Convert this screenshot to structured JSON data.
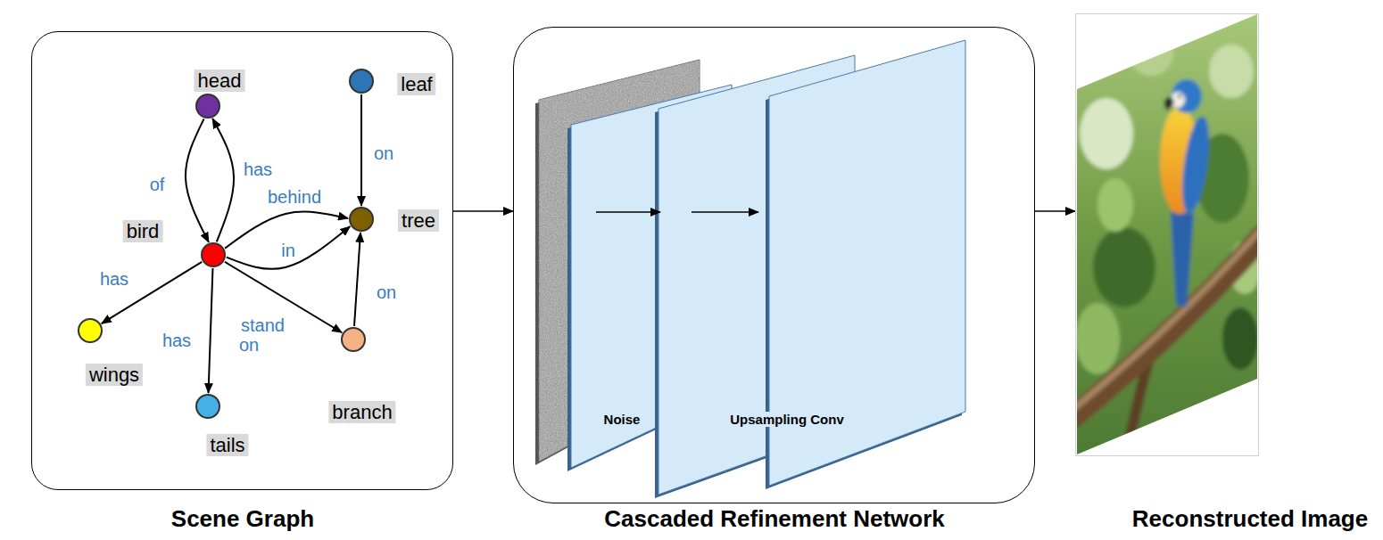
{
  "diagram": {
    "nodes": [
      {
        "text": [
          "Scene Graph"
        ]
      },
      {
        "text": [
          "head"
        ],
        "in": 0
      },
      {
        "text": [
          "leaf"
        ],
        "in": 0
      },
      {
        "text": [
          "bird"
        ],
        "in": 0
      },
      {
        "text": [
          "tree"
        ],
        "in": 0
      },
      {
        "text": [
          "wings"
        ],
        "in": 0
      },
      {
        "text": [
          "tails"
        ],
        "in": 0
      },
      {
        "text": [
          "branch"
        ],
        "in": 0
      },
      {
        "text": [
          "Cascaded Refinement Network"
        ]
      },
      {
        "text": [
          "Reconstructed Image"
        ]
      }
    ],
    "edges": [
      {
        "from": 1,
        "to": 3,
        "label": "of",
        "arrow": "to"
      },
      {
        "from": 3,
        "to": 1,
        "label": "has",
        "arrow": "to"
      },
      {
        "from": 2,
        "to": 4,
        "label": "on",
        "arrow": "to"
      },
      {
        "from": 3,
        "to": 4,
        "label": "behind",
        "arrow": "to"
      },
      {
        "from": 3,
        "to": 4,
        "label": "in",
        "arrow": "to"
      },
      {
        "from": 3,
        "to": 5,
        "label": "has",
        "arrow": "to"
      },
      {
        "from": 3,
        "to": 7,
        "label": "stand on",
        "arrow": "to"
      },
      {
        "from": 3,
        "to": 6,
        "label": "has",
        "arrow": "to"
      },
      {
        "from": 7,
        "to": 4,
        "label": "on",
        "arrow": "to"
      },
      {
        "from": 0,
        "to": 8,
        "arrow": "to"
      },
      {
        "from": 8,
        "to": 9,
        "arrow": "to"
      }
    ],
    "labels": [
      "Noise",
      "Upsampling Conv"
    ]
  }
}
